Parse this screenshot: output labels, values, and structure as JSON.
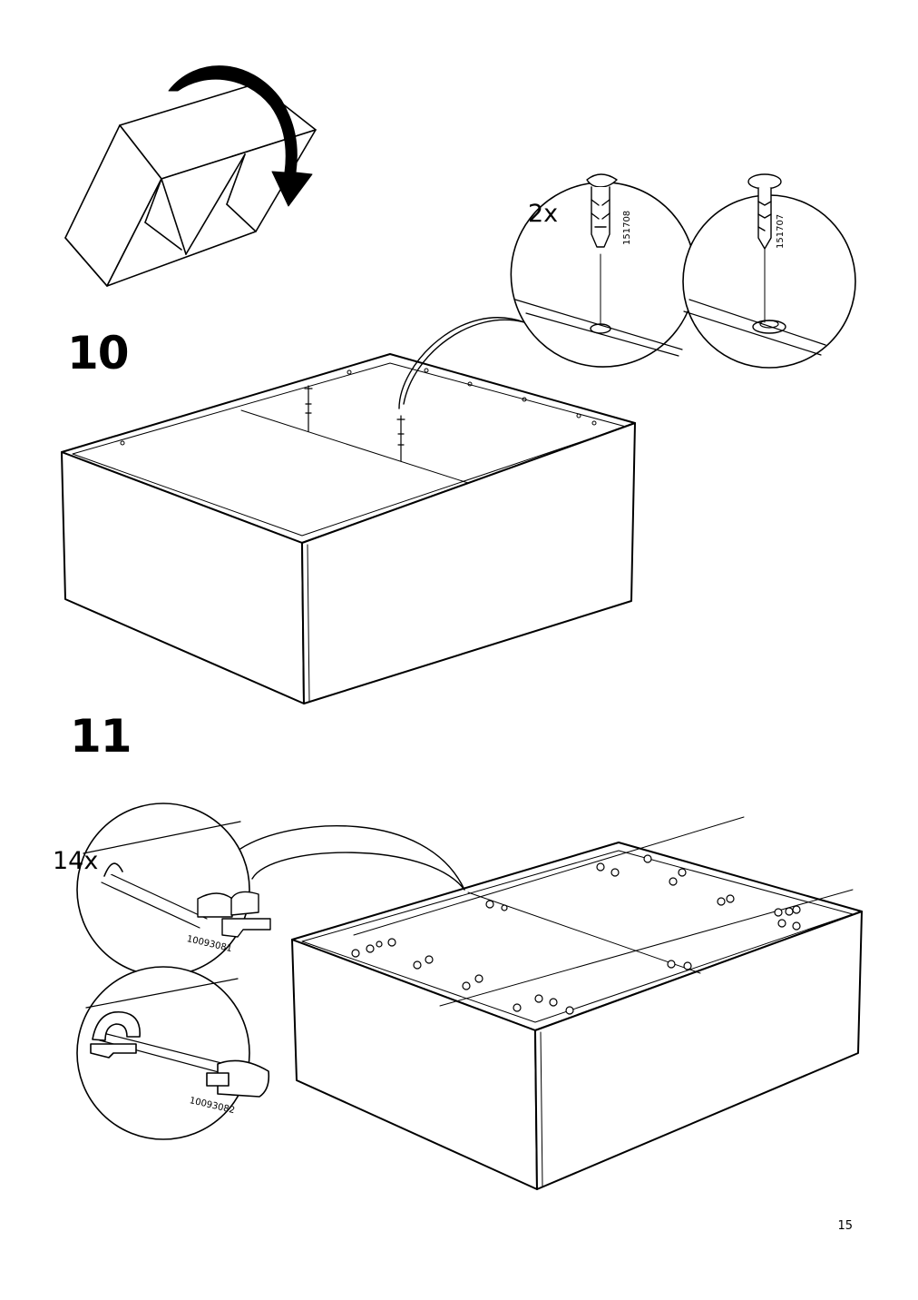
{
  "steps": [
    {
      "number": "10",
      "quantity": "2x",
      "parts": [
        "151708",
        "151707"
      ]
    },
    {
      "number": "11",
      "quantity": "14x",
      "parts": [
        "10093081",
        "10093082"
      ]
    }
  ],
  "page_number": "15",
  "icons": [
    "rotate-arrow-icon",
    "plug-icon",
    "clip-icon"
  ]
}
